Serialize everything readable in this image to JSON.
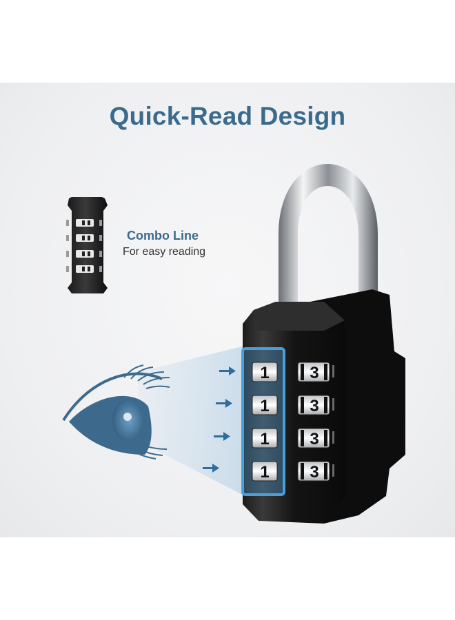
{
  "headline": "Quick-Read Design",
  "callout": {
    "title": "Combo Line",
    "subtitle": "For easy reading"
  },
  "lock": {
    "left_dials": [
      "1",
      "1",
      "1",
      "1"
    ],
    "right_dials": [
      "3",
      "3",
      "3",
      "3"
    ],
    "body_color": "#141414",
    "highlight_color": "#4a9fd6"
  },
  "colors": {
    "accent": "#3b6b8c",
    "eye": "#3d6a8c",
    "arrow": "#2f6d9a"
  },
  "icons": [
    "combo-cylinder-icon",
    "eye-icon",
    "arrow-right-icon",
    "padlock-icon"
  ]
}
